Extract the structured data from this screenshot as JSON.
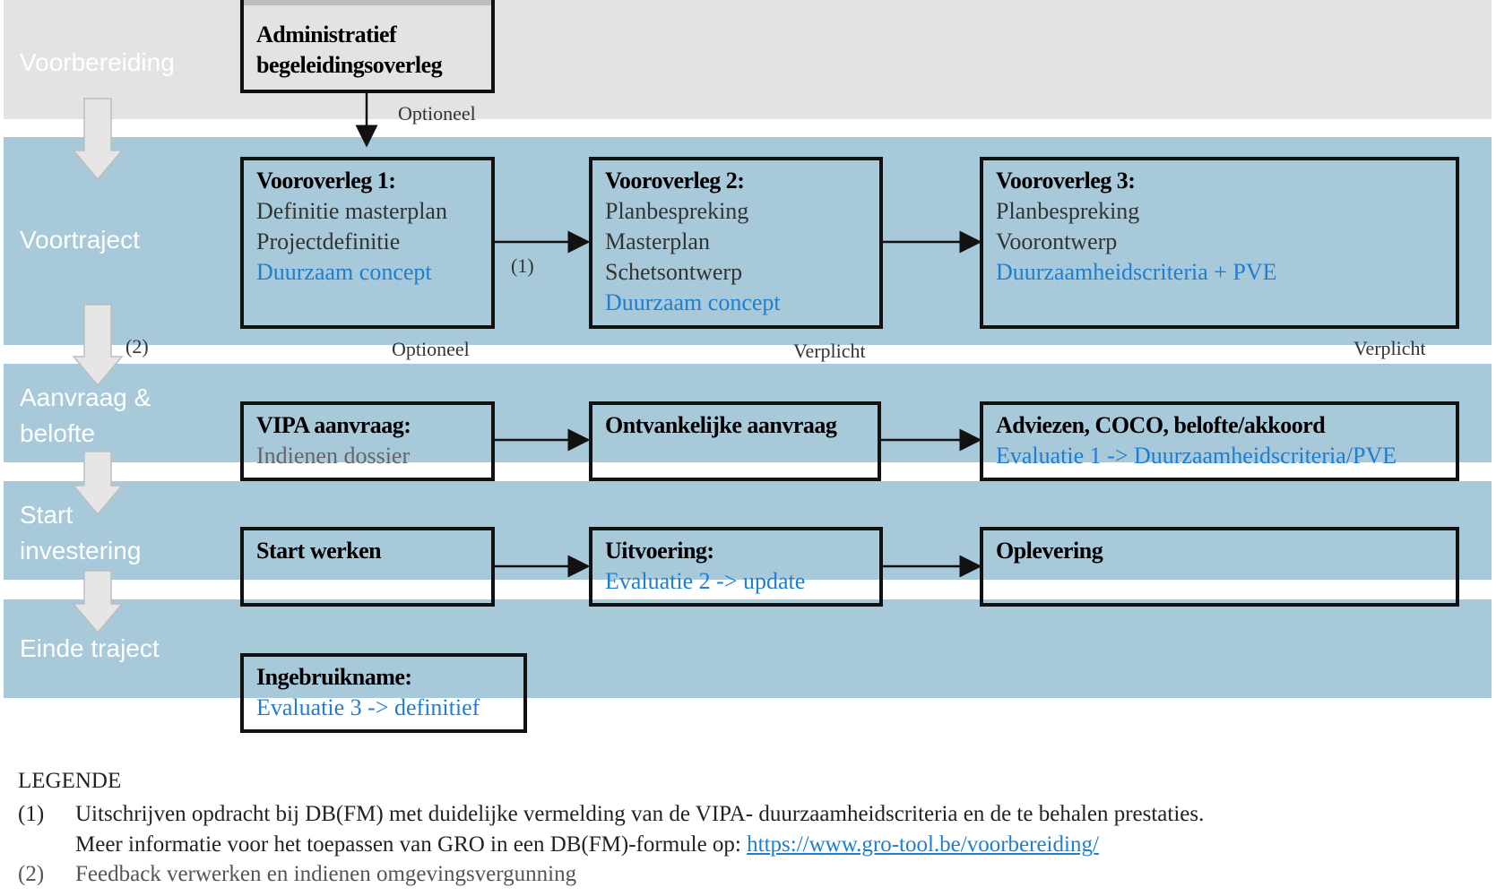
{
  "phases": [
    {
      "label": "Voorbereiding"
    },
    {
      "label": "Voortraject"
    },
    {
      "label": "Aanvraag &\nbelofte"
    },
    {
      "label": "Start\ninvestering"
    },
    {
      "label": "Einde traject"
    }
  ],
  "boxes": {
    "admin": {
      "title": "Administratief begeleidingsoverleg"
    },
    "vooroverleg1": {
      "title": "Vooroverleg 1:",
      "lines": [
        "Definitie masterplan",
        "Projectdefinitie"
      ],
      "highlight": "Duurzaam concept"
    },
    "vooroverleg2": {
      "title": "Vooroverleg 2:",
      "lines": [
        "Planbespreking",
        "Masterplan",
        "Schetsontwerp"
      ],
      "highlight": "Duurzaam concept"
    },
    "vooroverleg3": {
      "title": "Vooroverleg 3:",
      "lines": [
        "Planbespreking",
        "Voorontwerp"
      ],
      "highlight": "Duurzaamheidscriteria + PVE"
    },
    "vipa": {
      "title": "VIPA aanvraag:",
      "line": "Indienen dossier"
    },
    "ontvankelijk": {
      "title": "Ontvankelijke aanvraag"
    },
    "adviezen": {
      "title": "Adviezen, COCO, belofte/akkoord",
      "highlight": "Evaluatie 1 -> Duurzaamheidscriteria/PVE"
    },
    "start_werken": {
      "title": "Start werken"
    },
    "uitvoering": {
      "title": "Uitvoering:",
      "highlight": "Evaluatie 2 -> update"
    },
    "oplevering": {
      "title": "Oplevering"
    },
    "ingebruikname": {
      "title": "Ingebruikname:",
      "highlight": "Evaluatie 3 -> definitief"
    }
  },
  "notes": {
    "optioneel_top": "Optioneel",
    "optioneel_v1": "Optioneel",
    "verplicht_v2": "Verplicht",
    "verplicht_v3": "Verplicht",
    "marker1": "(1)",
    "marker2": "(2)"
  },
  "legend": {
    "title": "LEGENDE",
    "items": [
      {
        "marker": "(1)",
        "text": "Uitschrijven opdracht bij DB(FM) met duidelijke vermelding van de VIPA- duurzaamheidscriteria en de te behalen prestaties."
      },
      {
        "marker": "",
        "text": "Meer informatie voor het toepassen van GRO in een DB(FM)-formule op:",
        "link": "https://www.gro-tool.be/voorbereiding/"
      },
      {
        "marker": "(2)",
        "text": "Feedback verwerken en indienen omgevingsvergunning"
      }
    ]
  },
  "colors": {
    "band_grey": "#e3e3e3",
    "band_blue": "#a7c9da",
    "highlight": "#1f7ed0",
    "arrow_fill": "#e6e6e6"
  }
}
